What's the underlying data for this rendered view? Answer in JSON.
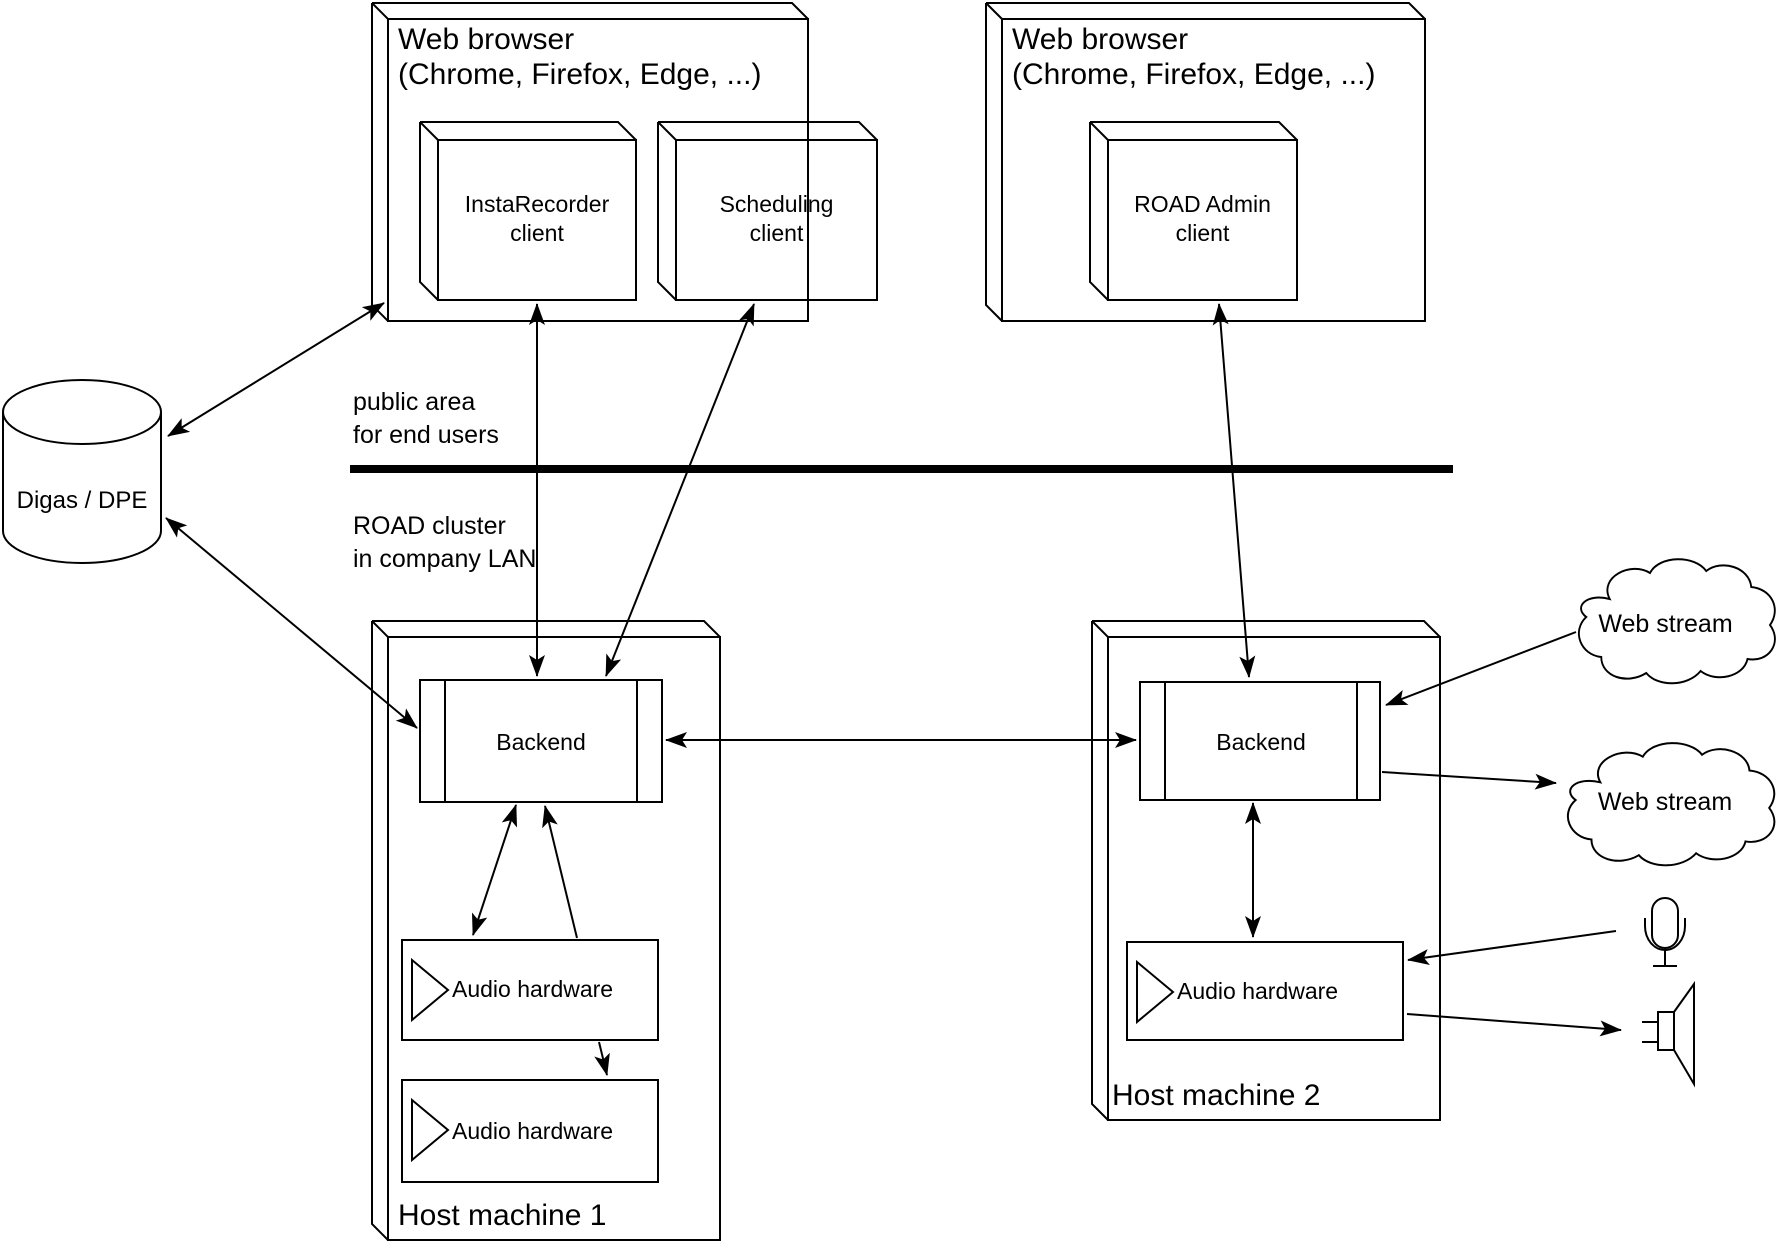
{
  "page": {
    "background": "#ffffff",
    "line_color": "#000000"
  },
  "zones": {
    "public_area_label": "public area\nfor end users",
    "lan_label": "ROAD cluster\nin company LAN"
  },
  "browsers": {
    "browser1_title": "Web browser\n(Chrome, Firefox, Edge, ...)",
    "browser2_title": "Web browser\n(Chrome, Firefox, Edge, ...)"
  },
  "clients": {
    "instarecorder": "InstaRecorder\nclient",
    "scheduling": "Scheduling\nclient",
    "road_admin": "ROAD Admin\nclient"
  },
  "cluster": {
    "backend1": "Backend",
    "backend2": "Backend",
    "audio_hw1": "Audio hardware",
    "audio_hw2": "Audio hardware",
    "audio_hw3": "Audio hardware",
    "host1": "Host machine 1",
    "host2": "Host machine 2"
  },
  "external": {
    "database": "Digas / DPE",
    "web_stream1": "Web stream",
    "web_stream2": "Web stream"
  }
}
